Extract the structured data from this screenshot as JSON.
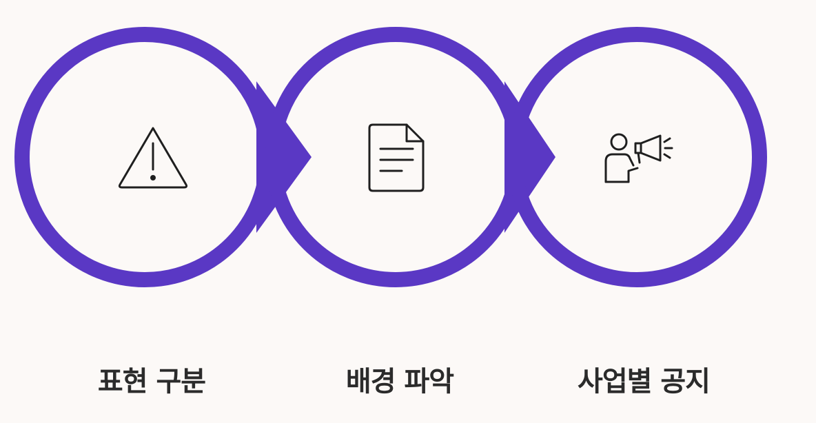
{
  "accent_color": "#5a38c4",
  "steps": [
    {
      "label": "표현 구분",
      "icon": "warning-icon"
    },
    {
      "label": "배경 파악",
      "icon": "document-icon"
    },
    {
      "label": "사업별 공지",
      "icon": "megaphone-person-icon"
    }
  ]
}
